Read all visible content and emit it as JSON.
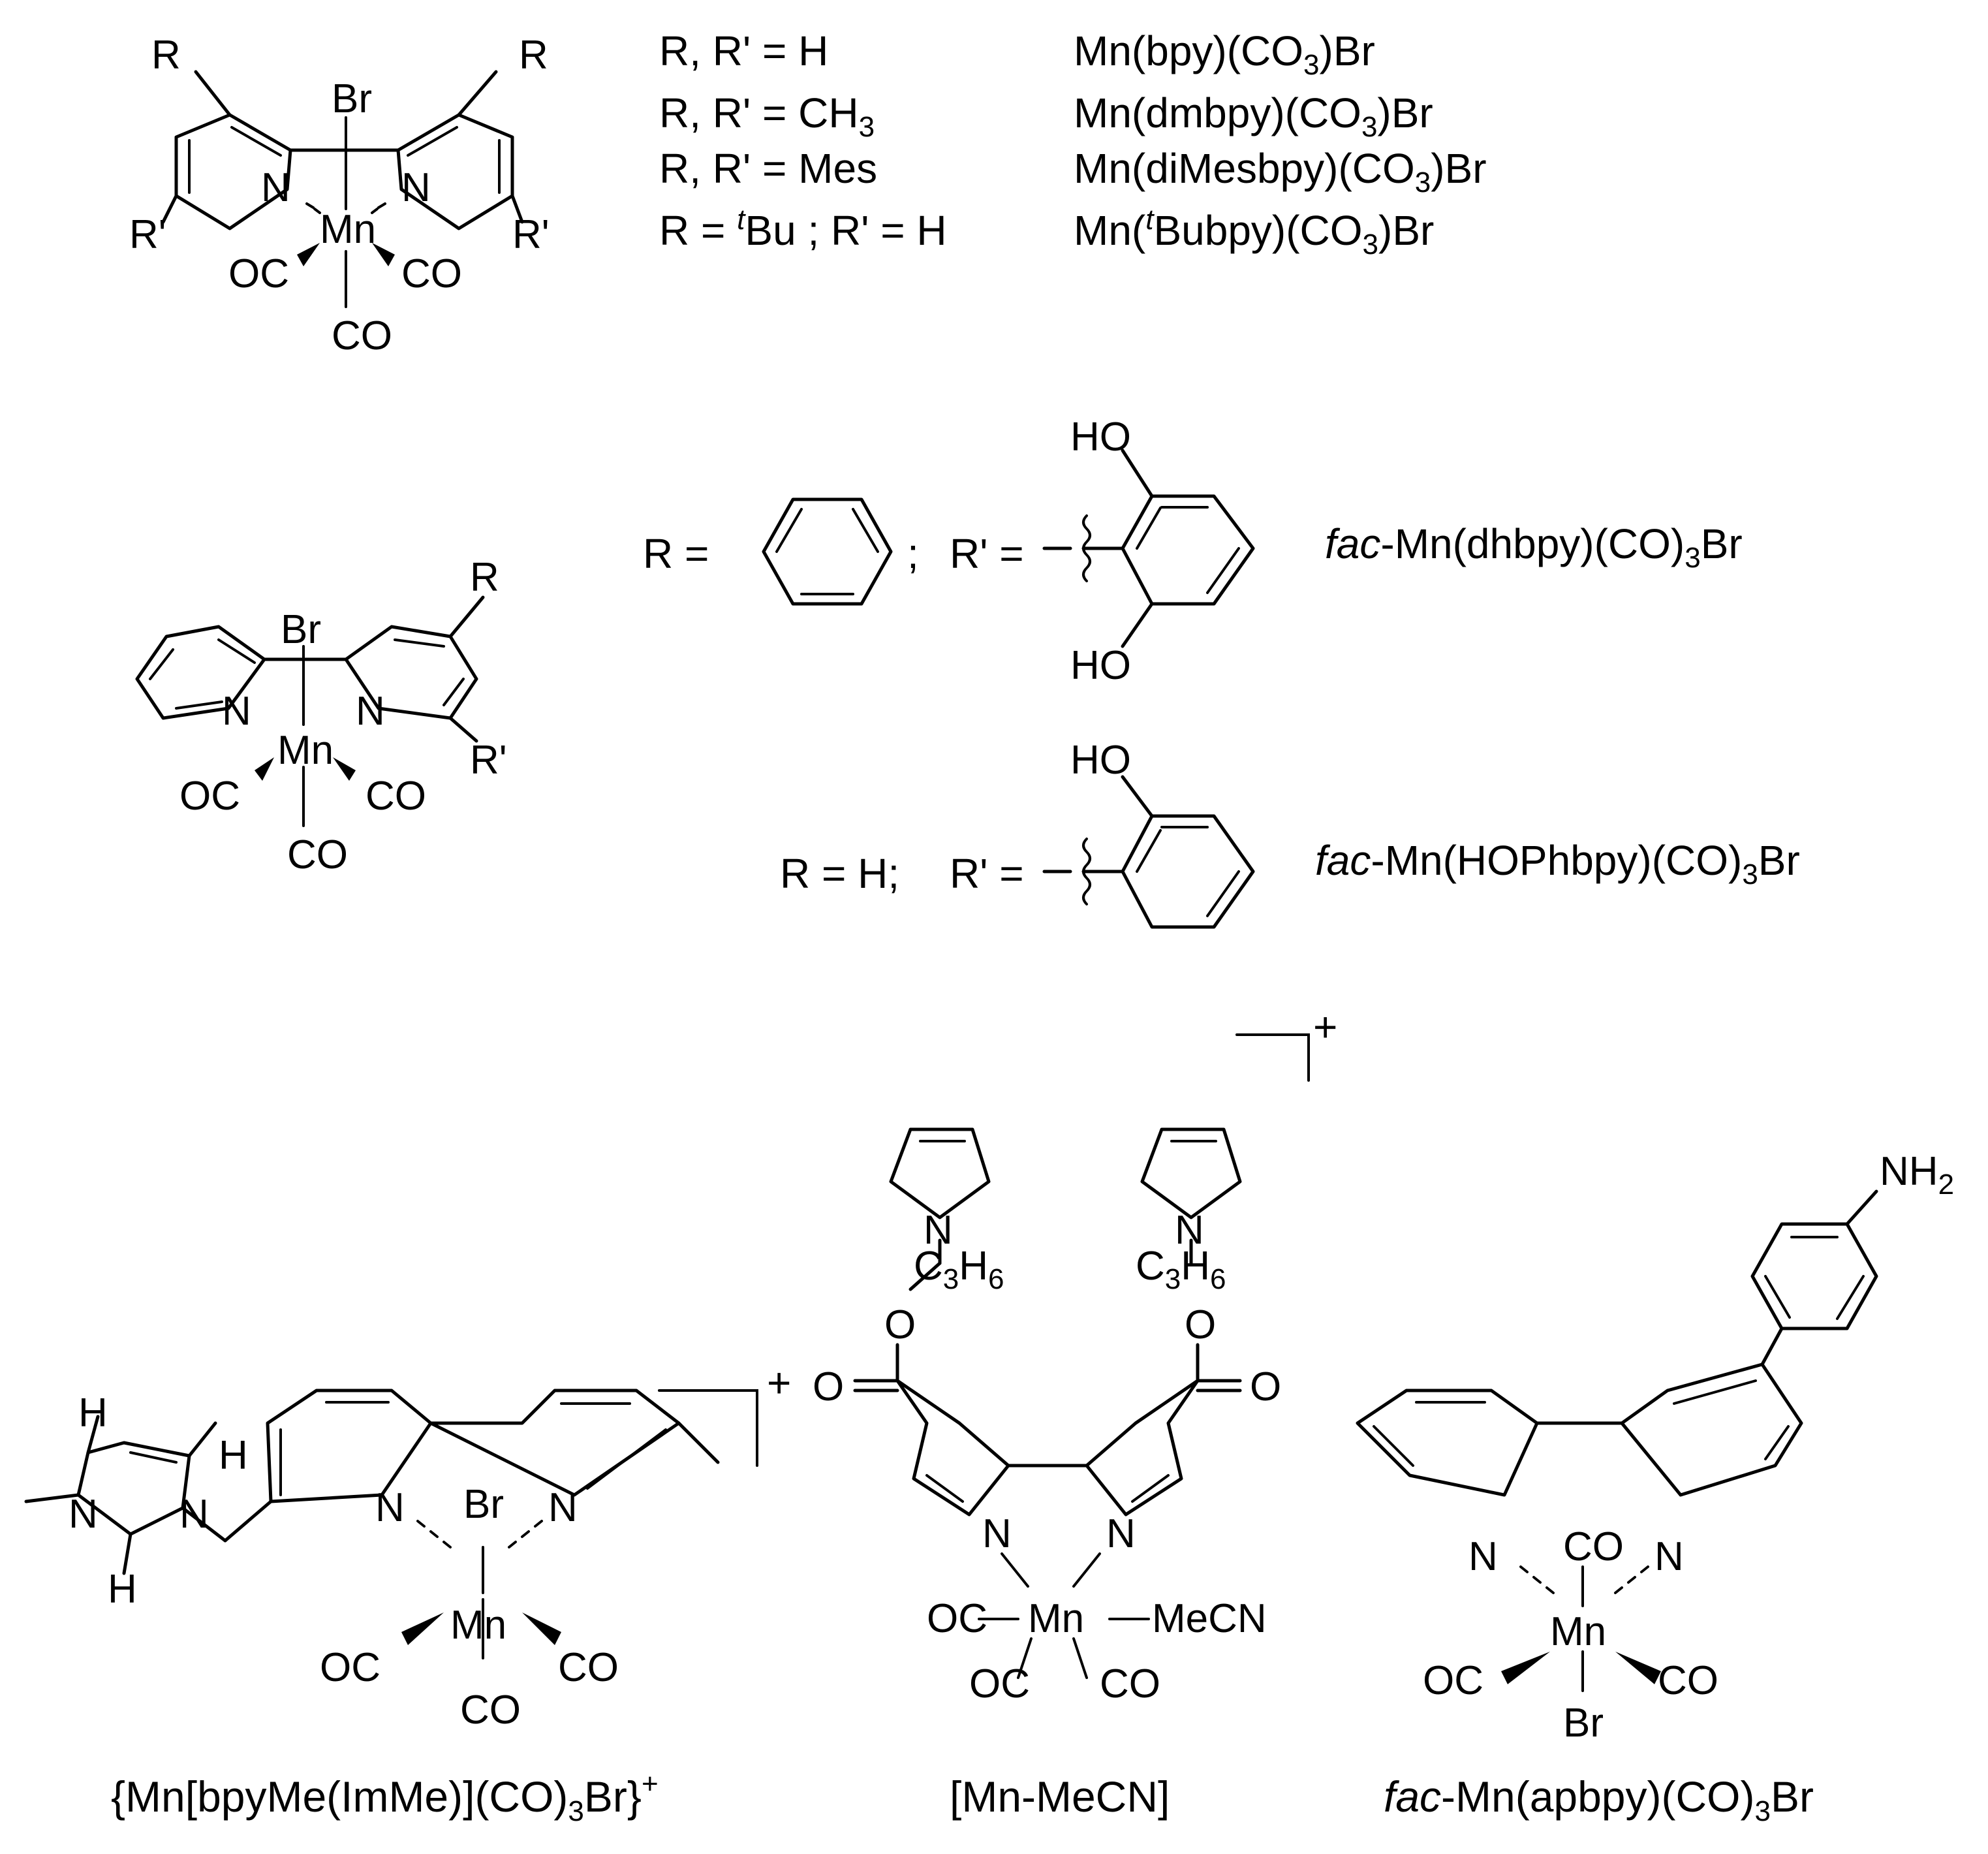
{
  "atoms": {
    "R": "R",
    "Rp": "R'",
    "Br": "Br",
    "Mn": "Mn",
    "N": "N",
    "OC": "OC",
    "CO": "CO",
    "HO": "HO",
    "O": "O",
    "H": "H",
    "NH": "NH",
    "two": "2",
    "C": "C",
    "three": "3",
    "six": "6",
    "MeCN": "MeCN",
    "plus": "+"
  },
  "panel_a": {
    "substituents": [
      {
        "lhs": "R, R'",
        "eq": " = ",
        "rhs": "H"
      },
      {
        "lhs": "R, R'",
        "eq": " = ",
        "rhs": "CH",
        "rhs_sub": "3"
      },
      {
        "lhs": "R, R'",
        "eq": " = ",
        "rhs": "Mes"
      },
      {
        "lhs": "R = ",
        "sup": "t",
        "rhs": "Bu ; R' = H"
      }
    ],
    "names": [
      {
        "pre": "Mn(bpy)(CO",
        "sub": "3",
        "post": ")Br"
      },
      {
        "pre": "Mn(dmbpy)(CO",
        "sub": "3",
        "post": ")Br"
      },
      {
        "pre": "Mn(diMesbpy)(CO",
        "sub": "3",
        "post": ")Br"
      },
      {
        "pre": "Mn(",
        "sup": "t",
        "mid": "Bubpy)(CO",
        "sub": "3",
        "post": ")Br"
      }
    ]
  },
  "panel_b": {
    "r_eq": "R =",
    "semicolon": ";",
    "rp_eq": "R' =",
    "r_h": "R = H;",
    "name1": {
      "italic": "fac",
      "pre": "-Mn(dhbpy)(CO)",
      "sub": "3",
      "post": "Br"
    },
    "name2": {
      "italic": "fac",
      "pre": "-Mn(HOPhbpy)(CO)",
      "sub": "3",
      "post": "Br"
    }
  },
  "panel_c": {
    "caption_left": {
      "pre": "{Mn[bpyMe(ImMe)](CO)",
      "sub": "3",
      "post": "Br}",
      "sup": "+"
    },
    "caption_mid": "[Mn-MeCN]",
    "caption_right": {
      "italic": "fac",
      "pre": "-Mn(apbpy)(CO)",
      "sub": "3",
      "post": "Br"
    }
  }
}
